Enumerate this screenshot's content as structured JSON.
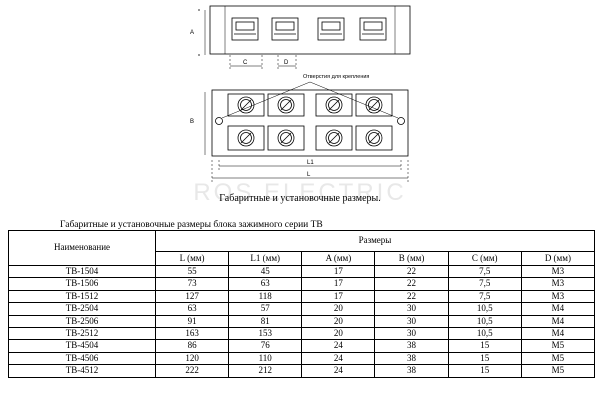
{
  "drawing": {
    "label_a": "A",
    "label_b": "B",
    "label_c": "C",
    "label_d": "D",
    "label_l1": "L1",
    "label_l": "L",
    "note_holes": "Отверстия для крепления"
  },
  "watermark": "ROS    ELECTRIC",
  "caption": "Габаритные и установочные размеры.",
  "table_title": "Габаритные и установочные размеры блока зажимного серии ТВ",
  "table": {
    "name_header": "Наименование",
    "group_header": "Размеры",
    "columns": [
      "L (мм)",
      "L1 (мм)",
      "A (мм)",
      "B (мм)",
      "C (мм)",
      "D (мм)"
    ],
    "rows": [
      [
        "ТВ-1504",
        "55",
        "45",
        "17",
        "22",
        "7,5",
        "M3"
      ],
      [
        "ТВ-1506",
        "73",
        "63",
        "17",
        "22",
        "7,5",
        "M3"
      ],
      [
        "ТВ-1512",
        "127",
        "118",
        "17",
        "22",
        "7,5",
        "M3"
      ],
      [
        "ТВ-2504",
        "63",
        "57",
        "20",
        "30",
        "10,5",
        "M4"
      ],
      [
        "ТВ-2506",
        "91",
        "81",
        "20",
        "30",
        "10,5",
        "M4"
      ],
      [
        "ТВ-2512",
        "163",
        "153",
        "20",
        "30",
        "10,5",
        "M4"
      ],
      [
        "ТВ-4504",
        "86",
        "76",
        "24",
        "38",
        "15",
        "M5"
      ],
      [
        "ТВ-4506",
        "120",
        "110",
        "24",
        "38",
        "15",
        "M5"
      ],
      [
        "ТВ-4512",
        "222",
        "212",
        "24",
        "38",
        "15",
        "M5"
      ]
    ]
  }
}
